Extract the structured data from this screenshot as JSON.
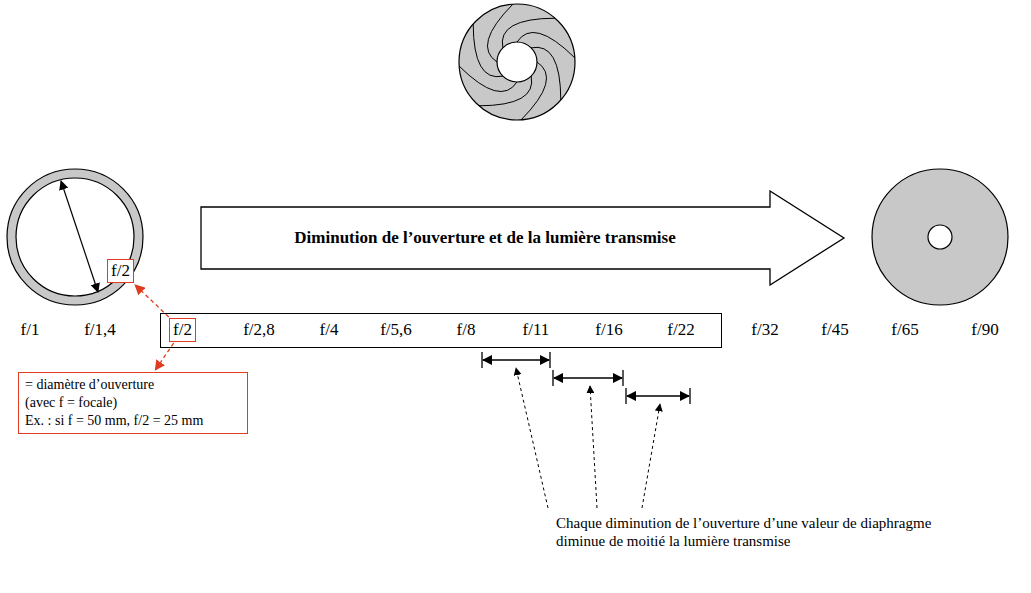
{
  "diagram": {
    "nodes": [
      {
        "text": [
          "Diminution de l’ouverture et de la lumière transmise"
        ]
      },
      {
        "text": [
          "f/2"
        ]
      },
      {
        "text": [
          "f/2,8",
          "f/4",
          "f/5,6",
          "f/8",
          "f/11",
          "f/16",
          "f/22"
        ]
      },
      {
        "text": [
          "f/2"
        ],
        "in": 2
      },
      {
        "text": [
          "= diamètre d’ouverture (avec f = focale)",
          "Ex. : si f = 50 mm, f/2 = 25 mm"
        ]
      }
    ],
    "edges": [
      {
        "from": 3,
        "to": 1,
        "arrow": "to"
      },
      {
        "from": 3,
        "to": 4,
        "arrow": "to"
      }
    ],
    "labels": [
      "f/1",
      "f/1,4",
      "f/32",
      "f/45",
      "f/65",
      "f/90",
      "Chaque diminution de l’ouverture d’une valeur de diaphragme diminue de moitié la lumière transmise"
    ]
  }
}
